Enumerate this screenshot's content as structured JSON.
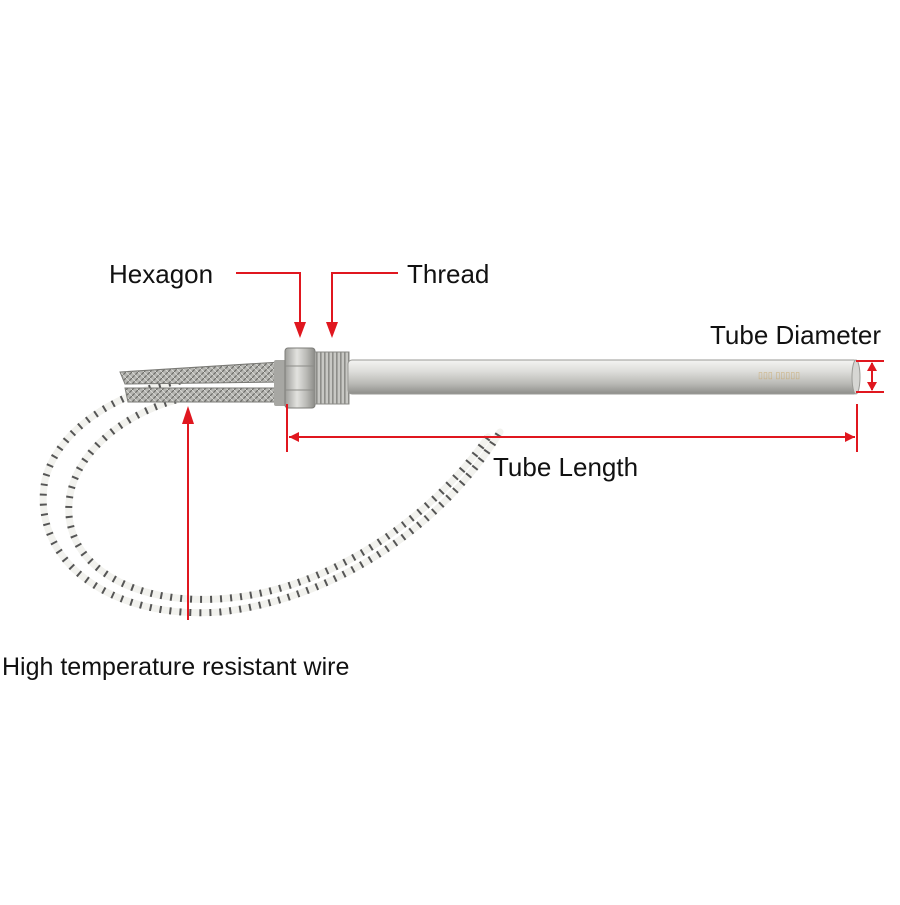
{
  "labels": {
    "hexagon": "Hexagon",
    "thread": "Thread",
    "tube_diameter": "Tube Diameter",
    "tube_length": "Tube Length",
    "wire": "High temperature resistant wire"
  },
  "colors": {
    "arrow": "#e0171f",
    "text": "#111111",
    "tube_light": "#e9e9e7",
    "tube_mid": "#c9c9c6",
    "tube_dark": "#9a9a97",
    "wire_sleeve": "#f2f2ee",
    "wire_pattern": "#3a3a3a",
    "braid": "#8a8a86"
  }
}
